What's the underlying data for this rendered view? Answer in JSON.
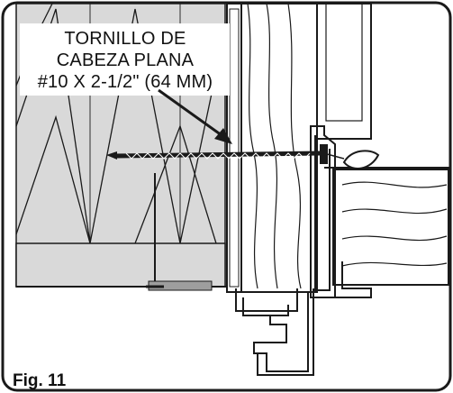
{
  "callout": {
    "line1": "TORNILLO DE",
    "line2": "CABEZA PLANA",
    "line3": "#10 X 2-1/2\" (64 MM)"
  },
  "caption": "Fig. 11",
  "colors": {
    "wall": "#d9d9d9",
    "frame": "#1a1a1a",
    "background": "#ffffff"
  }
}
